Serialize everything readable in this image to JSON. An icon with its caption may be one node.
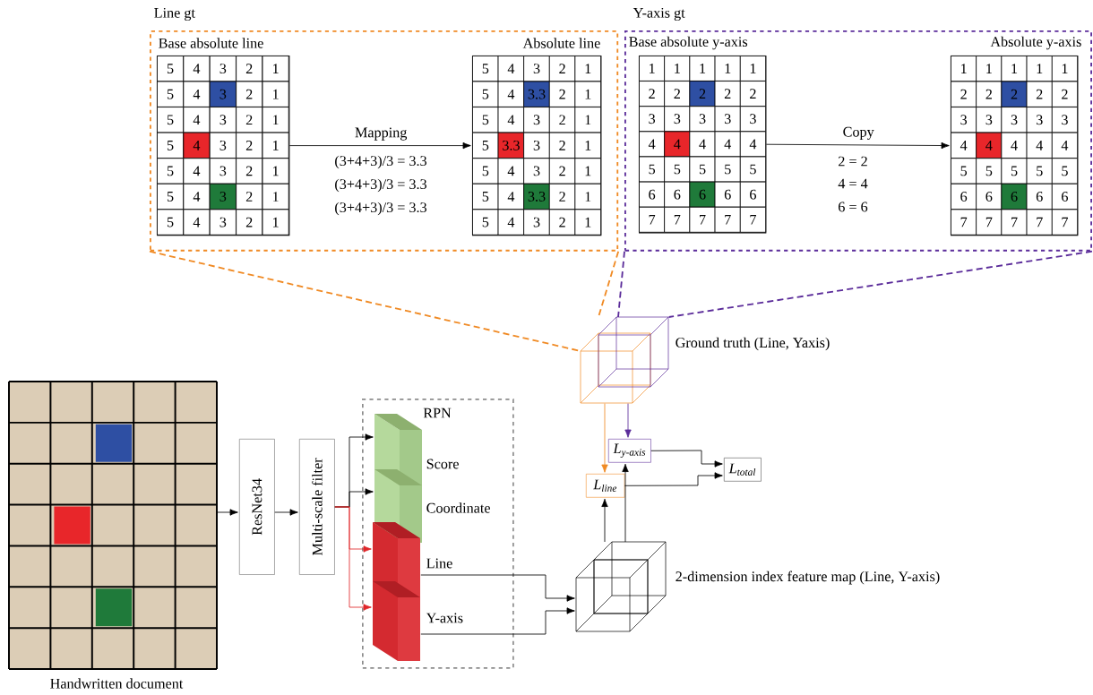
{
  "diagram": {
    "nodes": [
      {
        "text": [
          "Line gt"
        ]
      },
      {
        "text": [
          "Base absolute line"
        ],
        "in": 0
      },
      {
        "text": [
          "Absolute line"
        ],
        "in": 0
      },
      {
        "text": [
          "Y-axis gt"
        ]
      },
      {
        "text": [
          "Base absolute y-axis"
        ],
        "in": 3
      },
      {
        "text": [
          "Absolute y-axis"
        ],
        "in": 3
      },
      {
        "text": [
          "Ground truth (Line, Yaxis)"
        ]
      },
      {
        "text": [
          "Handwritten document"
        ]
      },
      {
        "text": [
          "ResNet34"
        ]
      },
      {
        "text": [
          "Multi-scale filter"
        ]
      },
      {
        "text": [
          "RPN"
        ]
      },
      {
        "text": [
          "Score"
        ],
        "in": 10
      },
      {
        "text": [
          "Coordinate"
        ],
        "in": 10
      },
      {
        "text": [
          "Line"
        ],
        "in": 10
      },
      {
        "text": [
          "Y-axis"
        ],
        "in": 10
      },
      {
        "text": [
          "2-dimension index feature map (Line, Y-axis)"
        ]
      },
      {
        "text": [
          "L$_{y-axis}$"
        ]
      },
      {
        "text": [
          "L$_{line}$"
        ]
      },
      {
        "text": [
          "L$_{total}$"
        ]
      }
    ],
    "edges": [
      {
        "from": 1,
        "to": 2,
        "arrow": "to",
        "label": "Mapping"
      },
      {
        "from": 4,
        "to": 5,
        "arrow": "to",
        "label": "Copy"
      },
      {
        "from": 0,
        "to": 6,
        "arrow": "none",
        "style": "dashed",
        "color": "#f08a24"
      },
      {
        "from": 0,
        "to": 6,
        "arrow": "none",
        "style": "dashed",
        "color": "#f08a24"
      },
      {
        "from": 3,
        "to": 6,
        "arrow": "none",
        "style": "dashed",
        "color": "#5b2c9a"
      },
      {
        "from": 3,
        "to": 6,
        "arrow": "none",
        "style": "dashed",
        "color": "#5b2c9a"
      },
      {
        "from": 7,
        "to": 8,
        "arrow": "to"
      },
      {
        "from": 8,
        "to": 9,
        "arrow": "to"
      },
      {
        "from": 9,
        "to": 11,
        "arrow": "to"
      },
      {
        "from": 9,
        "to": 12,
        "arrow": "to"
      },
      {
        "from": 9,
        "to": 13,
        "arrow": "to",
        "color": "#e0262a"
      },
      {
        "from": 9,
        "to": 14,
        "arrow": "to",
        "color": "#e0262a"
      },
      {
        "from": 13,
        "to": 15,
        "arrow": "to"
      },
      {
        "from": 14,
        "to": 15,
        "arrow": "to"
      },
      {
        "from": 6,
        "to": 17,
        "arrow": "to",
        "color": "#f08a24"
      },
      {
        "from": 6,
        "to": 16,
        "arrow": "to",
        "color": "#5b2c9a"
      },
      {
        "from": 15,
        "to": 17,
        "arrow": "to"
      },
      {
        "from": 15,
        "to": 16,
        "arrow": "to"
      },
      {
        "from": 16,
        "to": 18,
        "arrow": "to"
      },
      {
        "from": 17,
        "to": 18,
        "arrow": "to"
      }
    ],
    "labels": [
      "5",
      "4",
      "3",
      "2",
      "1",
      "5",
      "4",
      "3",
      "2",
      "1",
      "5",
      "4",
      "3",
      "2",
      "1",
      "5",
      "4",
      "3",
      "2",
      "1",
      "5",
      "4",
      "3",
      "2",
      "1",
      "5",
      "4",
      "3",
      "2",
      "1",
      "5",
      "4",
      "3",
      "2",
      "1",
      "(3+4+3)/3 = 3.3",
      "(3+4+3)/3 = 3.3",
      "(3+4+3)/3 = 3.3",
      "5",
      "4",
      "3",
      "2",
      "1",
      "5",
      "4",
      "3.3",
      "2",
      "1",
      "5",
      "4",
      "3",
      "2",
      "1",
      "5",
      "3.3",
      "3",
      "2",
      "1",
      "5",
      "4",
      "3",
      "2",
      "1",
      "5",
      "4",
      "3.3",
      "2",
      "1",
      "5",
      "4",
      "3",
      "2",
      "1",
      "1",
      "1",
      "1",
      "1",
      "1",
      "2",
      "2",
      "2",
      "2",
      "2",
      "3",
      "3",
      "3",
      "3",
      "3",
      "4",
      "4",
      "4",
      "4",
      "4",
      "5",
      "5",
      "5",
      "5",
      "5",
      "6",
      "6",
      "6",
      "6",
      "6",
      "7",
      "7",
      "7",
      "7",
      "7",
      "2 = 2",
      "4 = 4",
      "6 = 6",
      "1",
      "1",
      "1",
      "1",
      "1",
      "2",
      "2",
      "2",
      "2",
      "2",
      "3",
      "3",
      "3",
      "3",
      "3",
      "4",
      "4",
      "4",
      "4",
      "4",
      "5",
      "5",
      "5",
      "5",
      "5",
      "6",
      "6",
      "6",
      "6",
      "6",
      "7",
      "7",
      "7",
      "7",
      "7"
    ]
  }
}
